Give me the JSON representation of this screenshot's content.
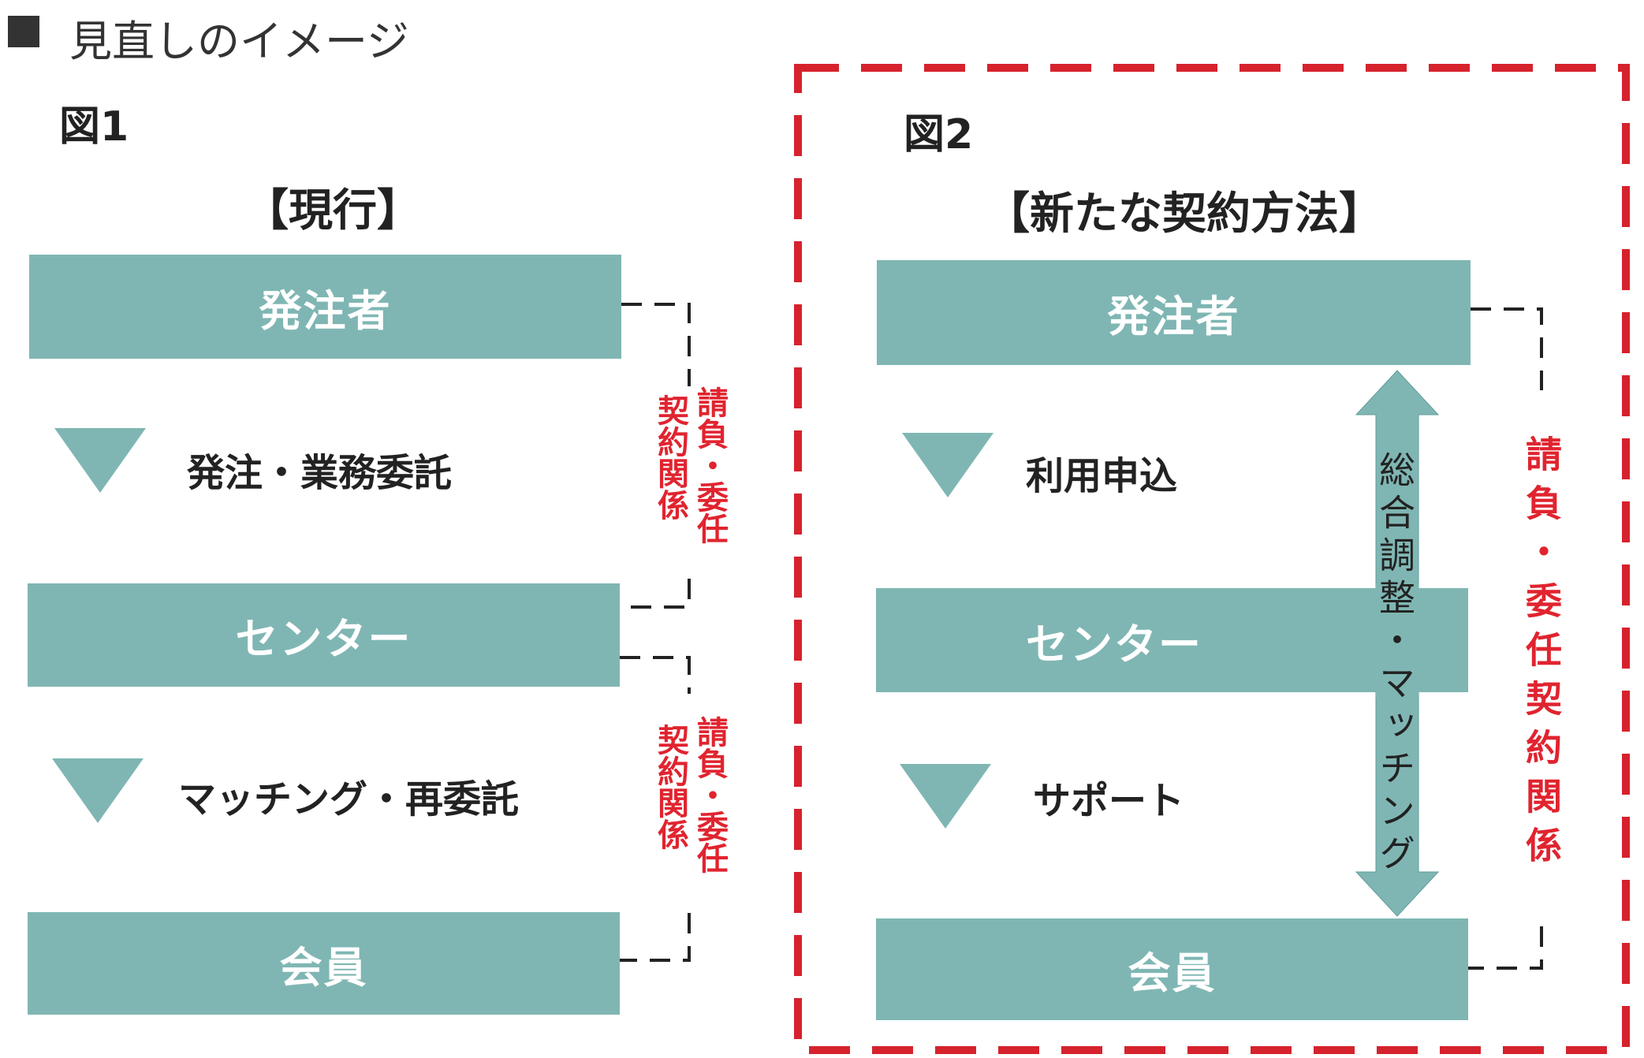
{
  "header": {
    "title": "見直しのイメージ",
    "bullet_icon": "square-bullet-icon"
  },
  "figure1": {
    "label": "図1",
    "heading": "【現行】",
    "boxes": [
      "発注者",
      "センター",
      "会員"
    ],
    "flows": [
      "発注・業務委託",
      "マッチング・再委託"
    ],
    "relations": [
      {
        "line1": "請負・委任",
        "line2": "契約関係"
      },
      {
        "line1": "請負・委任",
        "line2": "契約関係"
      }
    ]
  },
  "figure2": {
    "label": "図2",
    "heading": "【新たな契約方法】",
    "boxes": [
      "発注者",
      "センター",
      "会員"
    ],
    "flows": [
      "利用申込",
      "サポート"
    ],
    "arrow_label": "総合調整・マッチング",
    "relation": "請負・委任契約関係"
  },
  "colors": {
    "teal": "#7fb6b3",
    "red": "#e0242f",
    "text": "#222222"
  }
}
